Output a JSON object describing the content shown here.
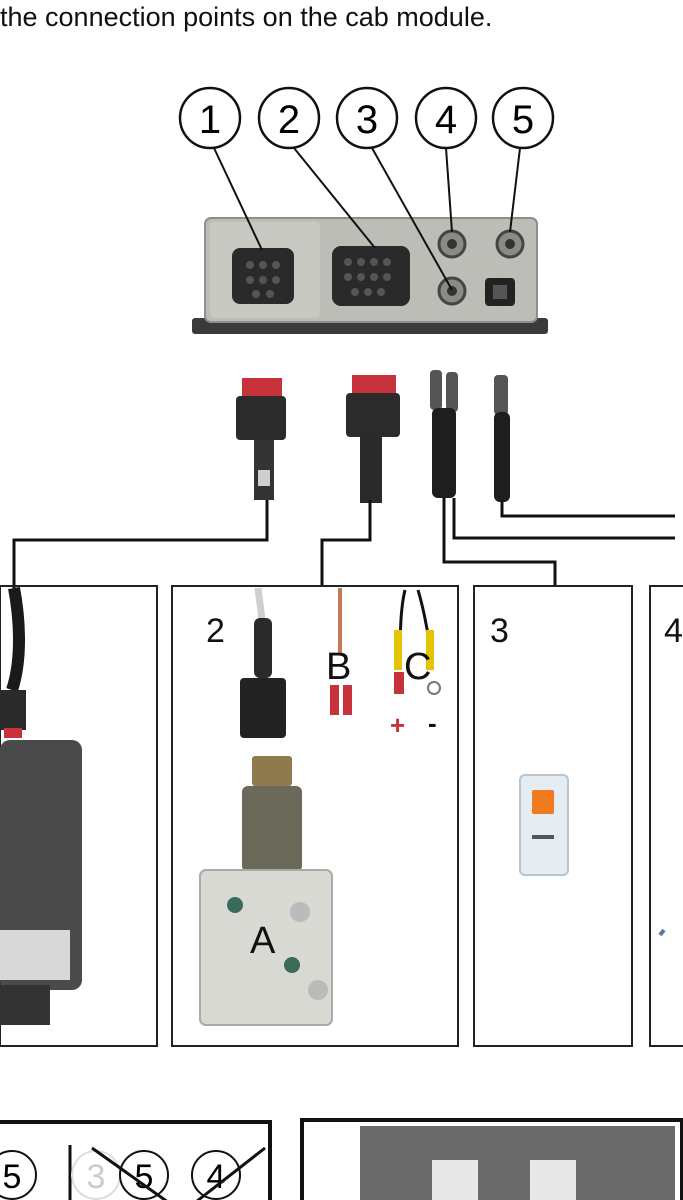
{
  "caption": "the connection points on the cab module.",
  "connection_numbers": [
    "1",
    "2",
    "3",
    "4",
    "5"
  ],
  "panels": [
    {
      "number": ""
    },
    {
      "number": "2"
    },
    {
      "number": "3"
    },
    {
      "number": "4"
    }
  ],
  "panel2_labels": {
    "A": "A",
    "B": "B",
    "C": "C"
  },
  "polarity": {
    "plus": "+",
    "minus": "-"
  },
  "bottom_left_numbers": [
    "5",
    "3",
    "5",
    "4"
  ],
  "colors": {
    "line": "#1a1a1a",
    "module": "#b9b9b4",
    "connector_red": "#c8323a",
    "wire_yellow": "#e4c400",
    "switch_orange": "#f07a20"
  }
}
